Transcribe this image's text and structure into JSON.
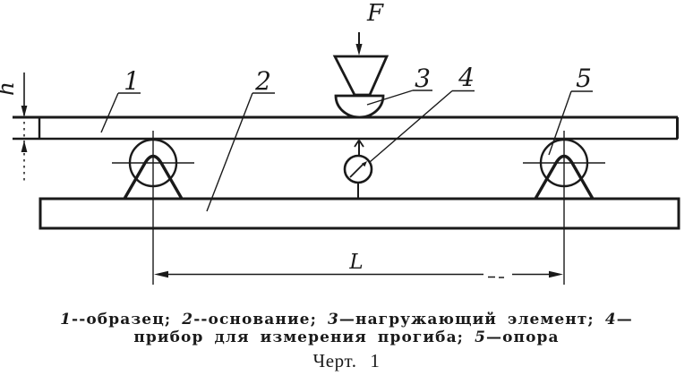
{
  "page": {
    "background": "#ffffff",
    "ink_color": "#1a1a1a"
  },
  "diagram": {
    "force_label": "F",
    "span_label": "L",
    "thickness_label": "h",
    "callout_specimen": "1",
    "callout_base": "2",
    "callout_loading_element": "3",
    "callout_gauge": "4",
    "callout_support": "5"
  },
  "caption": {
    "line1_segments": [
      {
        "t": "1",
        "i": true
      },
      {
        "t": "--образец; ",
        "i": false
      },
      {
        "t": "2",
        "i": true
      },
      {
        "t": "--основание; ",
        "i": false
      },
      {
        "t": "3",
        "i": true
      },
      {
        "t": "—нагружающий элемент; ",
        "i": false
      },
      {
        "t": "4",
        "i": true
      },
      {
        "t": "—",
        "i": false
      }
    ],
    "line2_segments": [
      {
        "t": "прибор для измерения прогиба; ",
        "i": false
      },
      {
        "t": "5",
        "i": true
      },
      {
        "t": "—опора",
        "i": false
      }
    ],
    "figure_label": "Черт. 1"
  }
}
